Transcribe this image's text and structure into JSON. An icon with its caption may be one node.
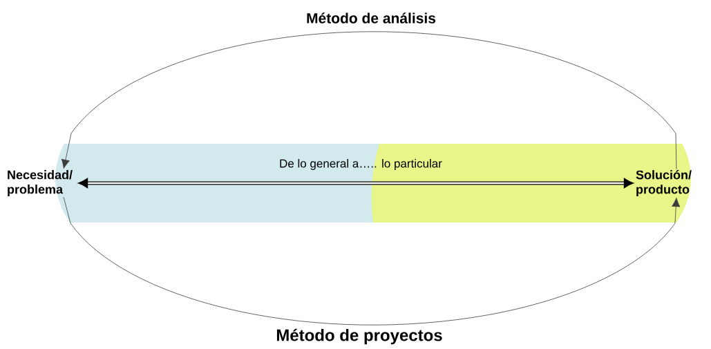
{
  "diagram": {
    "nodes": [
      {
        "text": [
          "Necesidad/ problema"
        ]
      },
      {
        "text": [
          "Solución/ producto"
        ]
      }
    ],
    "edges": [
      {
        "from": 0,
        "to": 1,
        "arrow": "both",
        "label": "De lo general a….. lo particular",
        "style": "thick"
      },
      {
        "from": 1,
        "to": 0,
        "arrow": "to",
        "label": "Método de análisis"
      },
      {
        "from": 0,
        "to": 1,
        "arrow": "to",
        "label": "Método de proyectos"
      }
    ]
  }
}
